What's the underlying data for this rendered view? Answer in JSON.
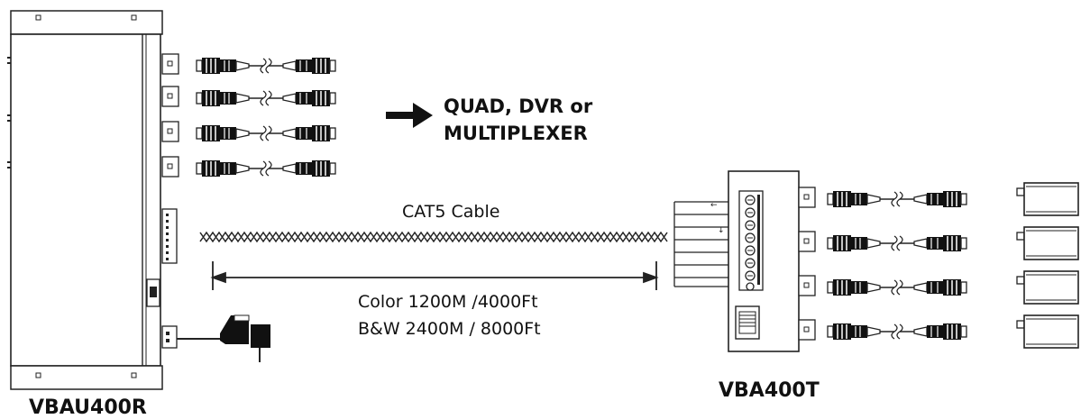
{
  "receiver": {
    "label": "VBAU400R"
  },
  "transmitter": {
    "label": "VBA400T"
  },
  "destination": {
    "line1": "QUAD, DVR or",
    "line2": "MULTIPLEXER"
  },
  "cable": {
    "label": "CAT5 Cable"
  },
  "distance": {
    "color": "Color 1200M /4000Ft",
    "bw": "B&W 2400M / 8000Ft"
  },
  "colors": {
    "stroke": "#222222",
    "fill": "#ffffff",
    "dark": "#111111"
  },
  "icons": [
    "bnc-cable-icon",
    "arrow-right-icon",
    "power-adapter-icon",
    "rj45-port-icon",
    "camera-icon",
    "terminal-block-icon"
  ]
}
